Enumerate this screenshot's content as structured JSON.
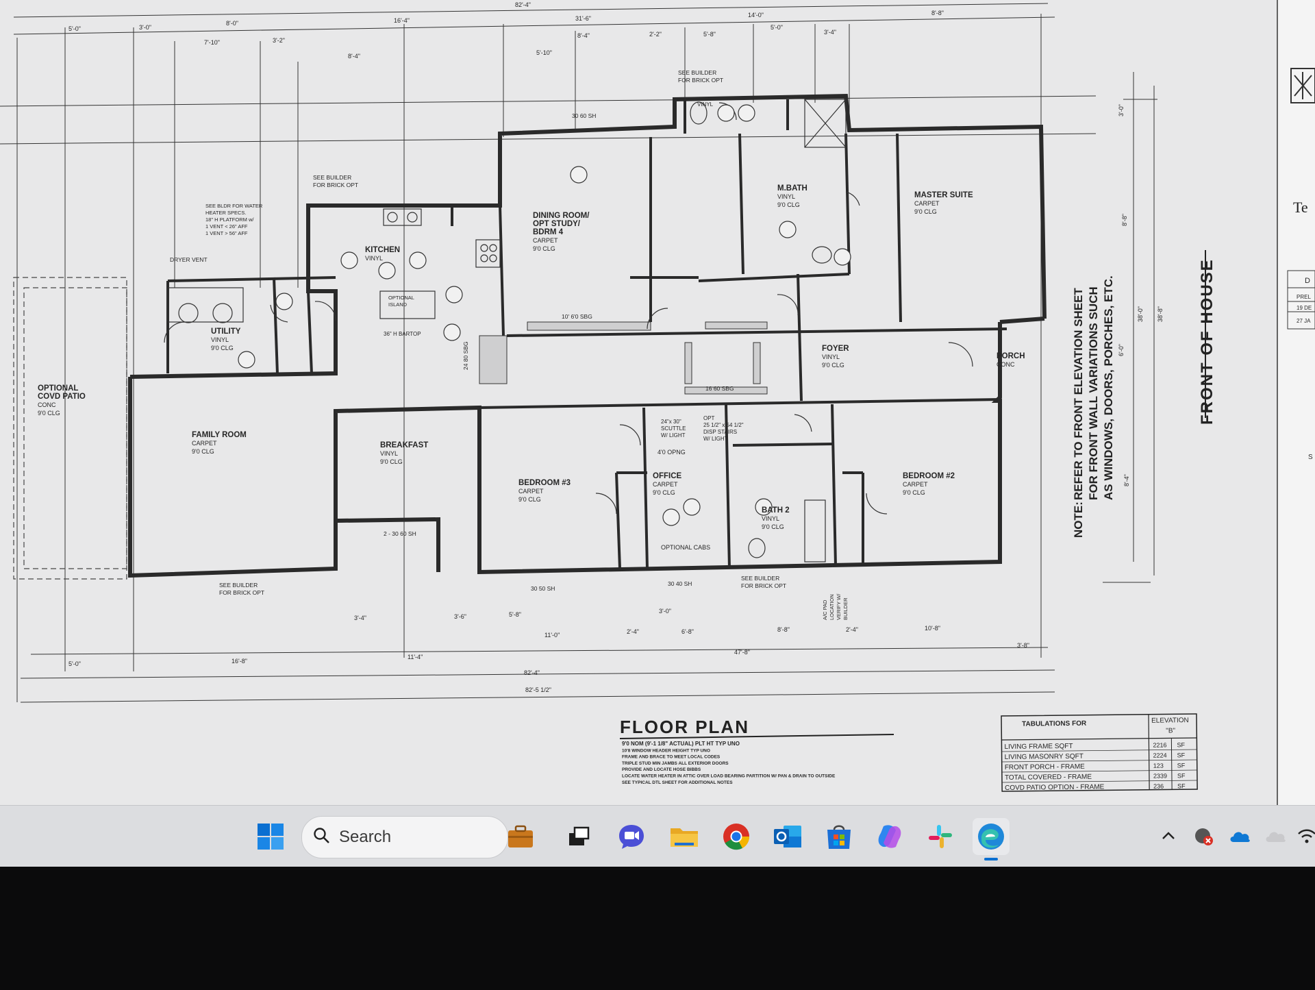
{
  "drawing": {
    "title": "FLOOR PLAN",
    "front_label": "FRONT OF HOUSE",
    "note_label": "NOTE:",
    "note_lines": [
      "REFER TO FRONT ELEVATION SHEET",
      "FOR FRONT WALL VARIATIONS SUCH",
      "AS WINDOWS, DOORS, PORCHES, ETC."
    ],
    "plan_notes": [
      "9'0 NOM (9'-1 1/8\" ACTUAL) PLT HT TYP UNO",
      "10'8 WINDOW HEADER HEIGHT TYP UNO",
      "FRAME AND BRACE TO MEET LOCAL CODES",
      "TRIPLE STUD MIN JAMBS ALL EXTERIOR DOORS",
      "PROVIDE AND LOCATE HOSE BIBBS",
      "LOCATE WATER HEATER IN ATTIC OVER LOAD BEARING PARTITION W/ PAN & DRAIN TO OUTSIDE",
      "SEE TYPICAL DTL SHEET FOR ADDITIONAL NOTES"
    ],
    "rooms": {
      "dining": [
        "DINING ROOM/",
        "OPT STUDY/",
        "BDRM 4",
        "CARPET",
        "9'0 CLG"
      ],
      "master_suite": [
        "MASTER SUITE",
        "CARPET",
        "9'0 CLG"
      ],
      "mbath": [
        "M.BATH",
        "VINYL",
        "9'0 CLG"
      ],
      "kitchen": [
        "KITCHEN",
        "VINYL"
      ],
      "utility": [
        "UTILITY",
        "VINYL",
        "9'0 CLG"
      ],
      "family": [
        "FAMILY ROOM",
        "CARPET",
        "9'0 CLG"
      ],
      "breakfast": [
        "BREAKFAST",
        "VINYL",
        "9'0 CLG"
      ],
      "bedroom3": [
        "BEDROOM #3",
        "CARPET",
        "9'0 CLG"
      ],
      "office": [
        "OFFICE",
        "CARPET",
        "9'0 CLG"
      ],
      "bath2": [
        "BATH 2",
        "VINYL",
        "9'0 CLG"
      ],
      "bedroom2": [
        "BEDROOM #2",
        "CARPET",
        "9'0 CLG"
      ],
      "foyer": [
        "FOYER",
        "VINYL",
        "9'0 CLG"
      ],
      "porch": [
        "PORCH",
        "CONC"
      ],
      "patio": [
        "OPTIONAL",
        "COVD PATIO",
        "CONC",
        "9'0 CLG"
      ]
    },
    "labels": {
      "see_builder_brick": [
        "SEE BUILDER",
        "FOR BRICK OPT"
      ],
      "water_heater": [
        "SEE BLDR FOR WATER",
        "HEATER SPECS.",
        "18\" H PLATFORM w/",
        "1 VENT < 26\" AFF",
        "1 VENT > 56\" AFF"
      ],
      "dryer_vent": "DRYER VENT",
      "optional_island": [
        "OPTIONAL",
        "ISLAND"
      ],
      "barton": "36\" H BARTOP",
      "optional_cabs": "OPTIONAL CABS",
      "scuttle": [
        "24\"x 30\"",
        "SCUTTLE",
        "W/ LIGHT"
      ],
      "stairs": [
        "OPT",
        "25 1/2\" x 54 1/2\"",
        "DISP STAIRS",
        "W/ LIGHT"
      ],
      "ac_pad": [
        "A/C PAD",
        "LOCATION",
        "VERIFY W/",
        "BUILDER"
      ],
      "opening": "4'0 OPNG",
      "vinyl": "VINYL"
    },
    "dims_top": [
      "82'-4\"",
      "16'-4\"",
      "31'-6\"",
      "14'-0\"",
      "8'-8\"",
      "5'-0\"",
      "3'-0\"",
      "8'-0\"",
      "7'-10\"",
      "3'-2\"",
      "8'-4\"",
      "5'-10\"",
      "8'-4\"",
      "2'-2\"",
      "5'-8\"",
      "5'-0\"",
      "3'-4\""
    ],
    "dims_bottom": [
      "5'-0\"",
      "16'-8\"",
      "11'-4\"",
      "82'-4\"",
      "82'-5 1/2\"",
      "47'-8\"",
      "3'-4\"",
      "3'-6\"",
      "5'-8\"",
      "11'-0\"",
      "2'-4\"",
      "6'-8\"",
      "8'-8\"",
      "2'-4\"",
      "10'-8\"",
      "3'-8\"",
      "3'-0\""
    ],
    "dims_right": [
      "3'-0\"",
      "8'-8\"",
      "38'-0\"",
      "38'-8\"",
      "6'-0\"",
      "8'-4\""
    ],
    "windows": [
      "30 50 SH",
      "30 60 SH",
      "2 - 30 60 SH",
      "30 40 SH",
      "10' 6'0 SBG",
      "16 60 SBG",
      "24 80 SBG"
    ]
  },
  "tabulation": {
    "header": "TABULATIONS FOR",
    "elevation_header": "ELEVATION",
    "elevation_value": "\"B\"",
    "rows": [
      {
        "label": "LIVING FRAME SQFT",
        "value": "2216",
        "unit": "SF"
      },
      {
        "label": "LIVING MASONRY SQFT",
        "value": "2224",
        "unit": "SF"
      },
      {
        "label": "FRONT PORCH - FRAME",
        "value": "123",
        "unit": "SF"
      },
      {
        "label": "TOTAL COVERED - FRAME",
        "value": "2339",
        "unit": "SF"
      },
      {
        "label": "COVD PATIO OPTION - FRAME",
        "value": "236",
        "unit": "SF"
      }
    ]
  },
  "right_panel": {
    "partial_text": "Te",
    "partial_letters": [
      "D",
      "PREL",
      "19 DE",
      "27 JA",
      "S"
    ]
  },
  "taskbar": {
    "search_placeholder": "Search",
    "apps": [
      "windows-start-icon",
      "work-briefcase-icon",
      "task-view-icon",
      "video-chat-icon",
      "file-explorer-icon",
      "chrome-icon",
      "outlook-icon",
      "store-icon",
      "copilot-icon",
      "slack-icon",
      "edge-icon"
    ],
    "tray": [
      "chevron-up-icon",
      "vpn-shield-icon",
      "onedrive-cloud-icon",
      "onedrive-cloud-icon",
      "wifi-icon"
    ],
    "colors": {
      "accent": "#0a6fd1",
      "edge": "#1e88d9",
      "chrome_red": "#d93025",
      "chrome_green": "#1e8e3e",
      "chrome_yellow": "#f4b400"
    }
  }
}
